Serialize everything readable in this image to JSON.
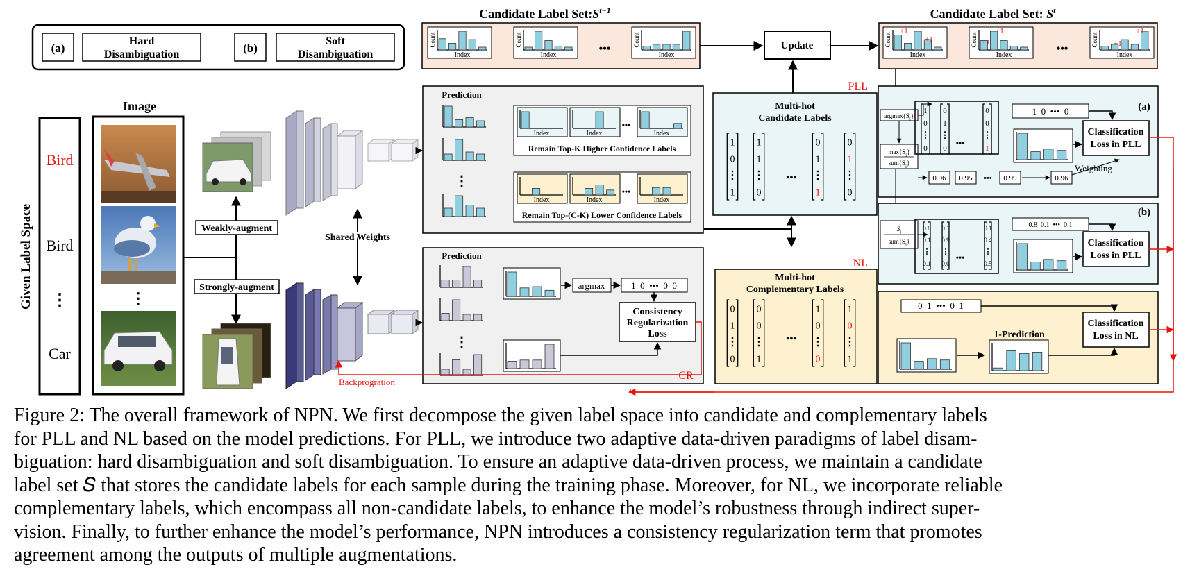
{
  "legend": {
    "a_tag": "(a)",
    "a_label_1": "Hard",
    "a_label_2": "Disambiguation",
    "b_tag": "(b)",
    "b_label_1": "Soft",
    "b_label_2": "Disambiguation"
  },
  "label_space": {
    "title": "Given Label Space",
    "labels": [
      "Bird",
      "Bird",
      "⋮",
      "Car"
    ],
    "noisy_color": "#e8140c"
  },
  "image_column": {
    "title": "Image",
    "dots": "⋮"
  },
  "augment": {
    "weak": "Weakly-augment",
    "strong": "Strongly-augment"
  },
  "network": {
    "shared_weights": "Shared Weights",
    "backprop": "Backprogration"
  },
  "candidate_prev": {
    "title_main": "Candidate Label Set:",
    "title_math": "S",
    "title_sup": "t−1",
    "y_label": "Count",
    "x_label": "Index",
    "ellipsis": "•••"
  },
  "candidate_next": {
    "title_main": "Candidate Label Set: ",
    "title_math": "S",
    "title_sup": "t",
    "y_label": "Count",
    "x_label": "Index",
    "plus": "+1",
    "ellipsis": "•••"
  },
  "update": "Update",
  "pll_box": {
    "tag": "PLL",
    "title_1": "Multi-hot",
    "title_2": "Candidate Labels",
    "vectors": [
      [
        "1",
        "0",
        "⋮",
        "1"
      ],
      [
        "1",
        "1",
        "⋮",
        "0"
      ],
      [
        "0",
        "1",
        "⋮",
        "1"
      ],
      [
        "0",
        "1",
        "⋮",
        "0"
      ]
    ],
    "ellipsis": "•••"
  },
  "nl_box": {
    "tag": "NL",
    "title_1": "Multi-hot",
    "title_2": "Complementary Labels",
    "vectors": [
      [
        "0",
        "1",
        "⋮",
        "0"
      ],
      [
        "0",
        "0",
        "⋮",
        "1"
      ],
      [
        "1",
        "0",
        "⋮",
        "0"
      ],
      [
        "1",
        "0",
        "⋮",
        "1"
      ]
    ],
    "ellipsis": "•••"
  },
  "pred_top": {
    "title": "Prediction",
    "index": "Index",
    "topk": "Remain Top-K Higher Confidence Labels",
    "lowk": "Remain Top-(C-K) Lower Confidence Labels",
    "ellipsis": "•••",
    "dots": "⋮"
  },
  "pred_bottom": {
    "title": "Prediction",
    "argmax": "argmax",
    "onehot": "1  0  •••  0  0",
    "loss_1": "Consistency",
    "loss_2": "Regularization",
    "loss_3": "Loss",
    "tag": "CR",
    "dots": "⋮"
  },
  "panel_a": {
    "tag": "(a)",
    "argmax": "argmax{S",
    "argmax_sub": "i",
    "argmax_sup": "t",
    "max_num": "max{S",
    "sum_den": "sum{S",
    "vectors": [
      [
        "1",
        "0",
        "⋮",
        "0"
      ],
      [
        "0",
        "1",
        "⋮",
        "0"
      ],
      [
        "0",
        "0",
        "⋮",
        "1"
      ]
    ],
    "ellipsis": "•••",
    "onehot": "1  0  •••  0",
    "loss_1": "Classification",
    "loss_2": "Loss in PLL",
    "weighting": "Weighting",
    "weights": [
      "0.96",
      "0.95",
      "•••",
      "0.99"
    ],
    "weight_out": "0.96"
  },
  "panel_b": {
    "tag": "(b)",
    "frac_num": "S",
    "frac_den": "sum{S",
    "vectors": [
      [
        "0.8",
        "0.1",
        "⋮",
        "0.1"
      ],
      [
        "0.1",
        "0.9",
        "⋮",
        "0.0"
      ],
      [
        "0.1",
        "0.4",
        "⋮",
        "0.5"
      ]
    ],
    "ellipsis": "•••",
    "soft": "0.8  0.1  •••  0.1",
    "loss_1": "Classification",
    "loss_2": "Loss in PLL"
  },
  "panel_c": {
    "onehot": "0  1  •••  0  1",
    "one_minus": "1-Prediction",
    "loss_1": "Classification",
    "loss_2": "Loss in NL"
  },
  "colors": {
    "bar": "#8fcfe0",
    "bar_gray": "#c8c8d8",
    "orange_bg": "#fbe7dc",
    "blue_bg": "#eaf5f8",
    "yellow_bg": "#fdf1cf",
    "gray_bg": "#f0f0f0",
    "red": "#e8140c"
  },
  "caption": {
    "lines": [
      "Figure 2: The overall framework of NPN. We first decompose the given label space into candidate and complementary labels",
      "for PLL and NL based on the model predictions. For PLL, we introduce two adaptive data-driven paradigms of label disam-",
      "biguation: hard disambiguation and soft disambiguation. To ensure an adaptive data-driven process, we maintain a candidate",
      "label set 𝑆 that stores the candidate labels for each sample during the training phase. Moreover, for NL, we incorporate reliable",
      "complementary labels, which encompass all non-candidate labels, to enhance the model’s robustness through indirect super-",
      "vision. Finally, to further enhance the model’s performance, NPN introduces a consistency regularization term that promotes",
      "agreement among the outputs of multiple augmentations."
    ]
  }
}
